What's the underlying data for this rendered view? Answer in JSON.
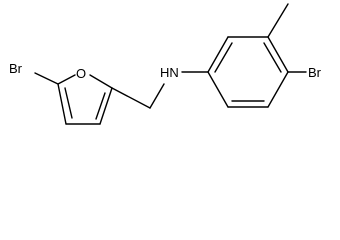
{
  "molecule": {
    "atoms": {
      "br_furan": "Br",
      "o_furan": "O",
      "nh": "HN",
      "br_phenyl": "Br"
    }
  }
}
